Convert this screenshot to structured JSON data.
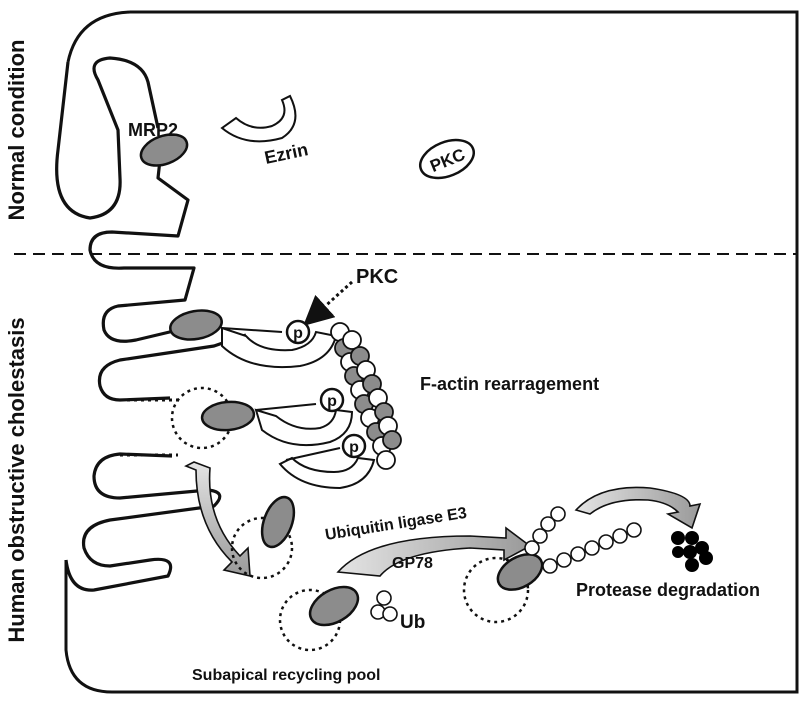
{
  "panels": {
    "normal": "Normal condition",
    "cholestasis": "Human obstructive cholestasis"
  },
  "labels": {
    "mrp2": "MRP2",
    "ezrin": "Ezrin",
    "pkc_normal": "PKC",
    "pkc_arrow": "PKC",
    "f_actin": "F-actin rearragement",
    "ubiquitin_ligase": "Ubiquitin ligase E3",
    "gp78": "GP78",
    "ub": "Ub",
    "protease": "Protease degradation",
    "recycling_pool": "Subapical recycling pool",
    "phospho": "p"
  },
  "colors": {
    "mrp2_fill": "#8c8c8c",
    "actin_dark": "#8c8c8c",
    "actin_light": "#ffffff",
    "arrow_gradient_light": "#e6e6e6",
    "arrow_gradient_dark": "#9a9a9a",
    "degradation_dots": "#000000"
  }
}
